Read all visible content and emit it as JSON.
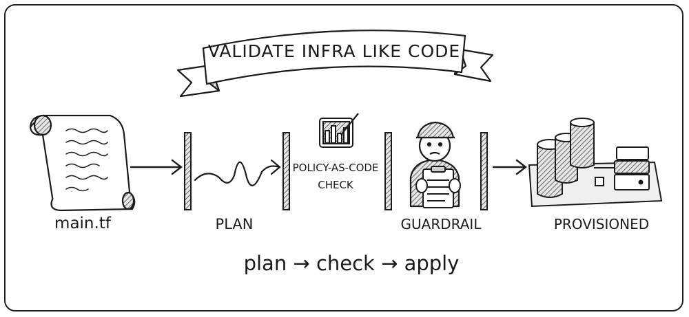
{
  "banner": {
    "title": "VALIDATE INFRA LIKE CODE"
  },
  "nodes": {
    "source": "main.tf",
    "plan": "PLAN",
    "policy": "POLICY-AS-CODE\nCHECK",
    "guardrail": "GUARDRAIL",
    "provisioned": "PROVISIONED"
  },
  "footer": {
    "flow": "plan → check → apply"
  },
  "icons": [
    "scroll-icon",
    "wave-icon",
    "chart-icon",
    "inspector-icon",
    "clipboard-icon",
    "database-icon",
    "server-icon",
    "arrow-icon",
    "barrier-icon"
  ]
}
